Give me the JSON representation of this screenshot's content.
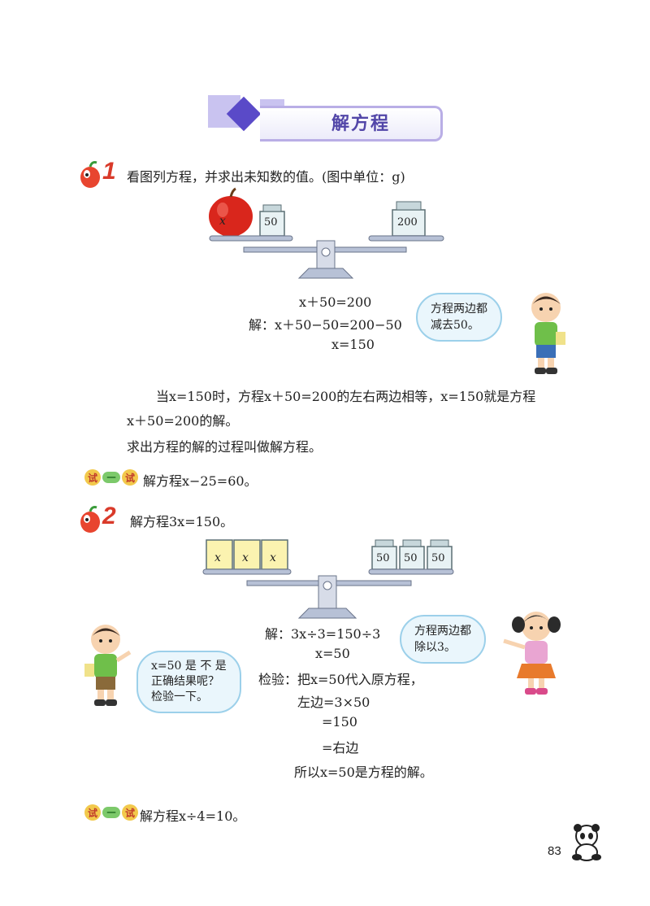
{
  "header": {
    "title": "解方程"
  },
  "example1": {
    "number": "1",
    "prompt": "看图列方程，并求出未知数的值。(图中单位：g)",
    "left_pan": {
      "apple_label": "x",
      "weight": "50"
    },
    "right_pan": {
      "weight": "200"
    },
    "equation": "x＋50=200",
    "step1": "解：x＋50−50=200−50",
    "step2": "x=150",
    "bubble": [
      "方程两边都",
      "减去50。"
    ],
    "explain_line1": "当x=150时，方程x＋50=200的左右两边相等，x=150就是方程",
    "explain_line2": "x＋50=200的解。",
    "definition": "求出方程的解的过程叫做解方程。"
  },
  "try1": {
    "badge": [
      "试",
      "一",
      "试"
    ],
    "text": "解方程x−25=60。"
  },
  "example2": {
    "number": "2",
    "prompt": "解方程3x=150。",
    "left_boxes": [
      "x",
      "x",
      "x"
    ],
    "right_weights": [
      "50",
      "50",
      "50"
    ],
    "bubble_right": [
      "方程两边都",
      "除以3。"
    ],
    "bubble_left": [
      "x=50 是 不 是",
      "正确结果呢？",
      "检验一下。"
    ],
    "step1": "解：3x÷3=150÷3",
    "step2": "x=50",
    "check": "检验：把x=50代入原方程，",
    "left_side": "左边=3×50",
    "eq1": "=150",
    "eq2": "=右边",
    "conclusion": "所以x=50是方程的解。"
  },
  "try2": {
    "badge": [
      "试",
      "一",
      "试"
    ],
    "text": "解方程x÷4=10。"
  },
  "footer": {
    "page_number": "83"
  }
}
